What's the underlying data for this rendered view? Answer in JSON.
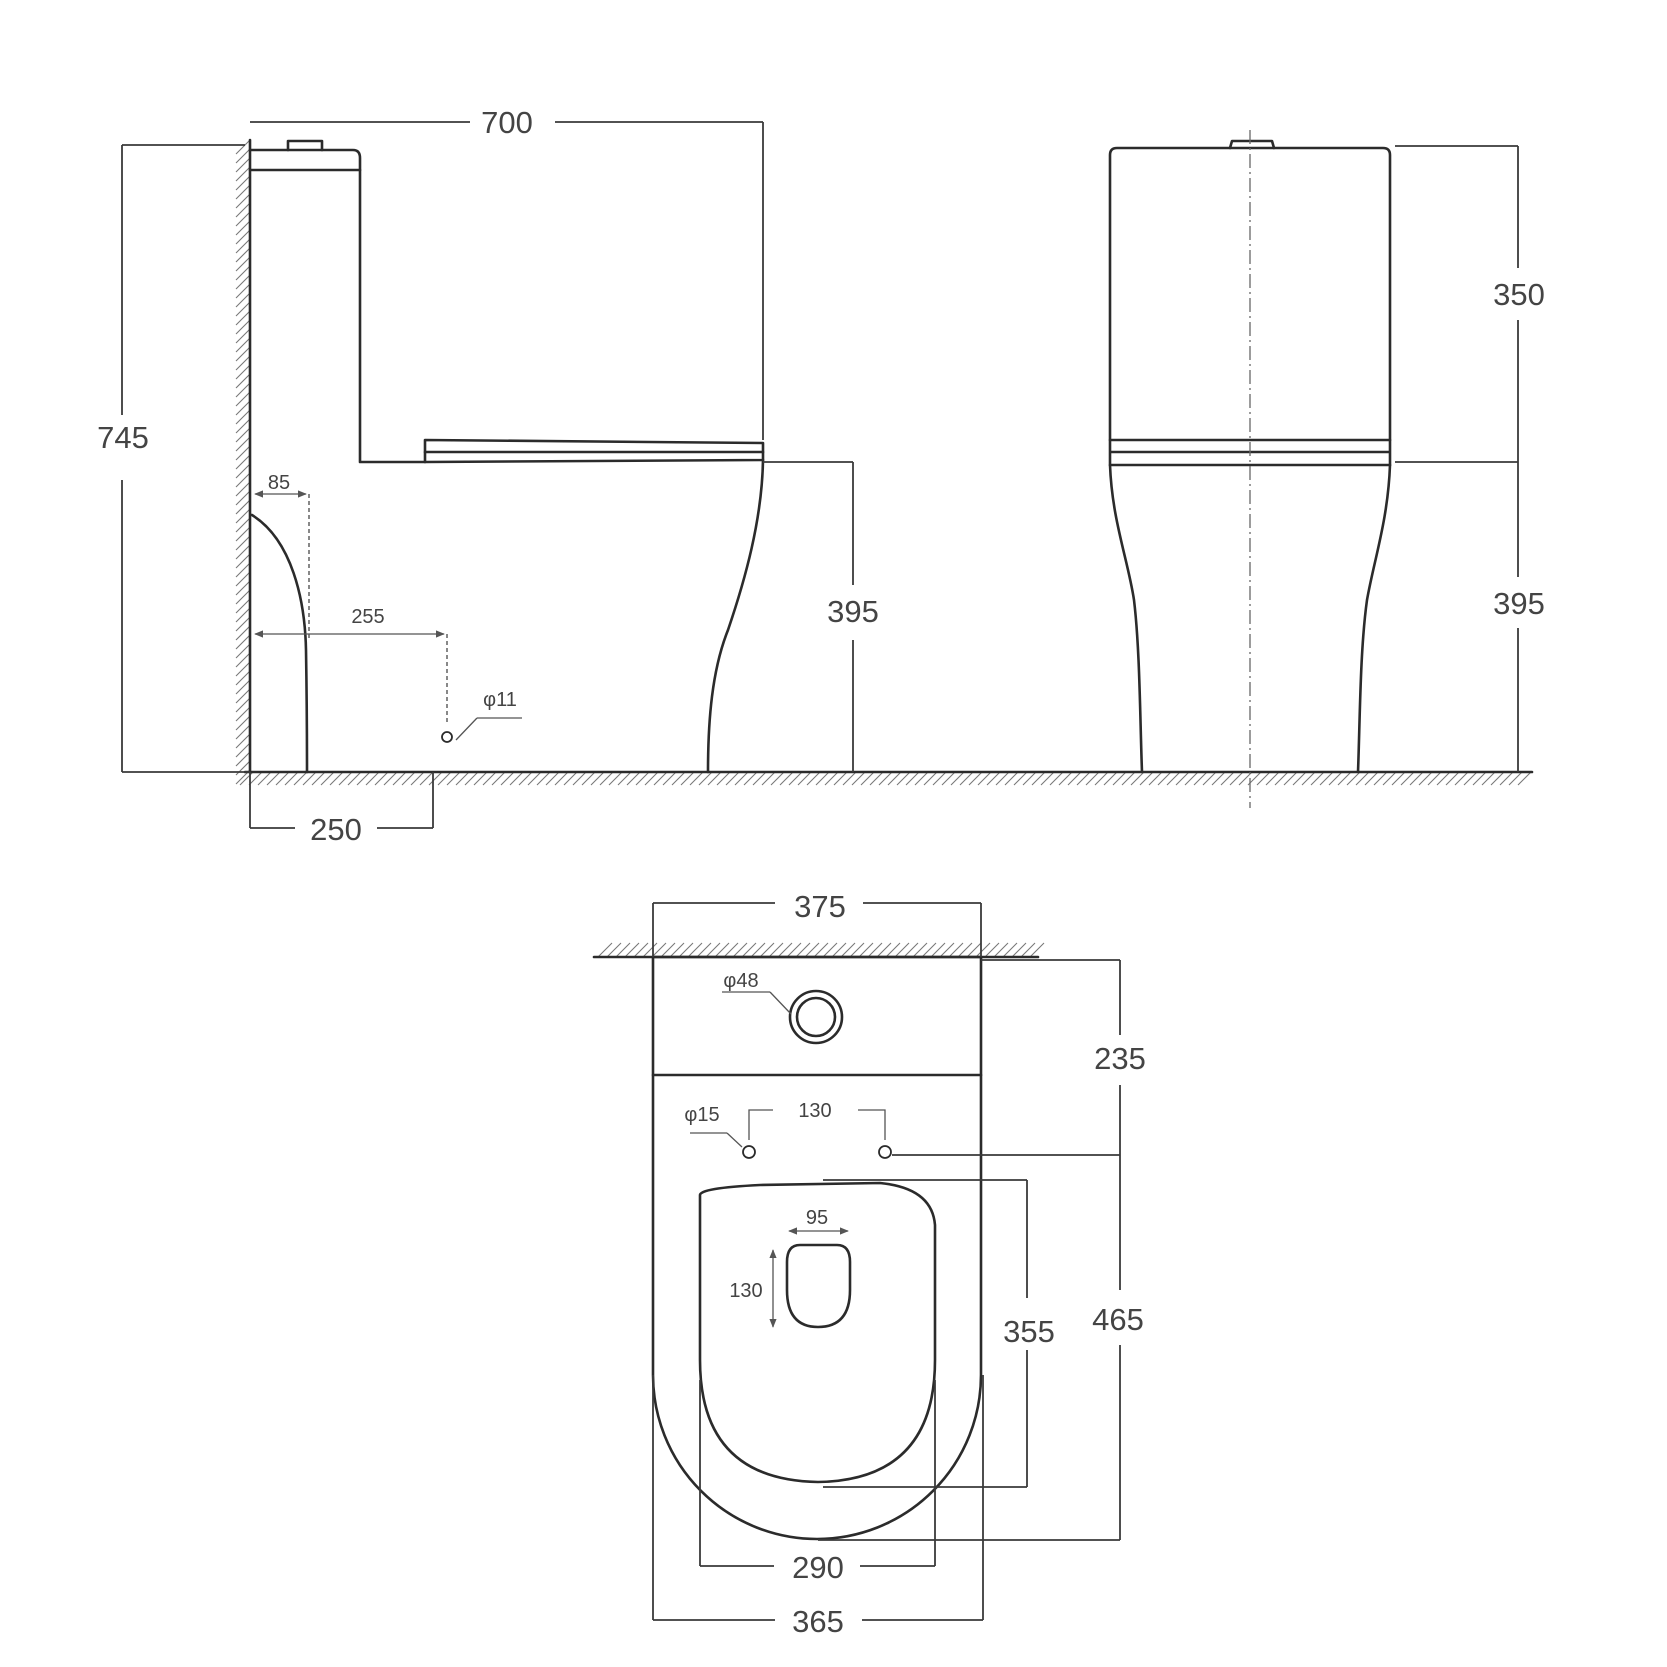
{
  "side_view": {
    "overall_length": "700",
    "overall_height": "745",
    "seat_height": "395",
    "rough_in": "250",
    "outlet_offset": "85",
    "fixing_hole_offset": "255",
    "fixing_hole_diameter": "φ11"
  },
  "front_view": {
    "tank_height": "350",
    "seat_height": "395"
  },
  "top_view": {
    "tank_width": "375",
    "flush_button_diameter": "φ48",
    "tank_depth": "235",
    "fixing_hole_diameter": "φ15",
    "fixing_hole_spacing": "130",
    "water_outlet_width": "95",
    "water_outlet_length": "130",
    "seat_length": "355",
    "overall_depth": "465",
    "seat_width": "290",
    "bowl_width": "365"
  }
}
